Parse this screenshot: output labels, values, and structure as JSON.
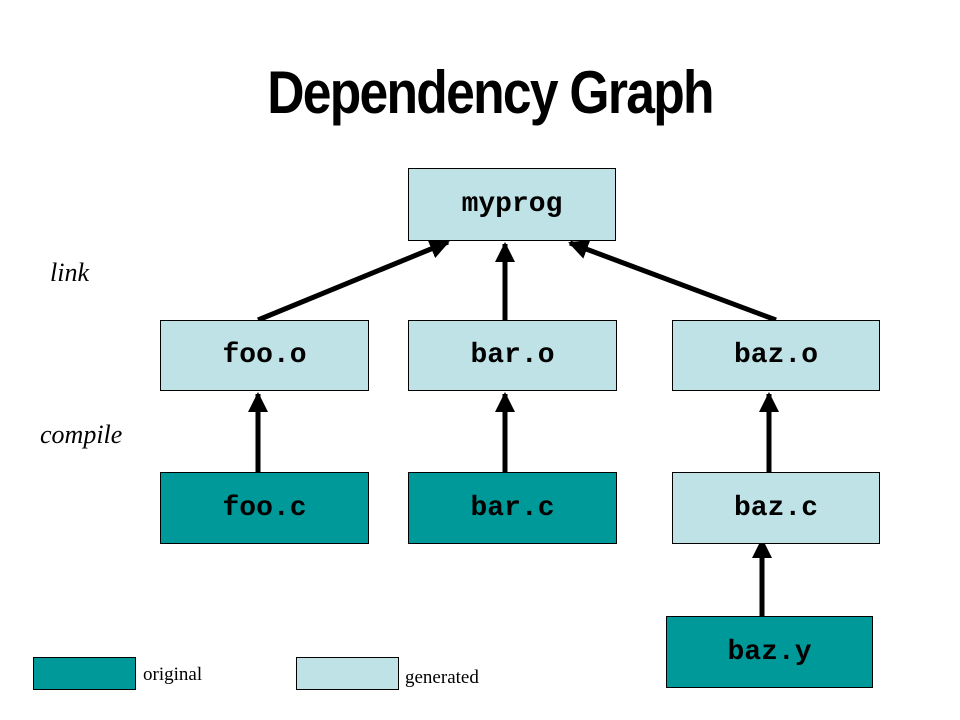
{
  "title": "Dependency Graph",
  "stages": {
    "link": "link",
    "compile": "compile"
  },
  "nodes": {
    "myprog": "myprog",
    "foo_o": "foo.o",
    "bar_o": "bar.o",
    "baz_o": "baz.o",
    "foo_c": "foo.c",
    "bar_c": "bar.c",
    "baz_c": "baz.c",
    "baz_y": "baz.y"
  },
  "legend": {
    "original": "original",
    "generated": "generated"
  },
  "colors": {
    "original": "#009999",
    "generated": "#bfe2e6",
    "arrow": "#000000"
  }
}
